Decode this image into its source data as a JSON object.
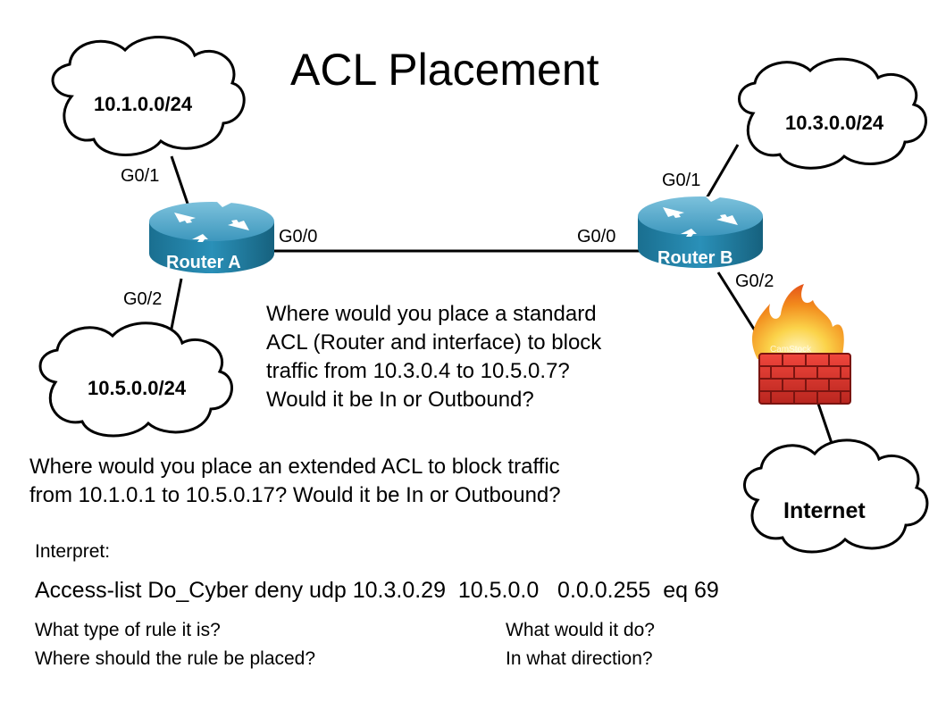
{
  "title": "ACL Placement",
  "clouds": {
    "top_left": "10.1.0.0/24",
    "top_right": "10.3.0.0/24",
    "bottom_left": "10.5.0.0/24",
    "internet": "Internet"
  },
  "routers": {
    "a": {
      "name": "Router A",
      "g0_1": "G0/1",
      "g0_0": "G0/0",
      "g0_2": "G0/2"
    },
    "b": {
      "name": "Router B",
      "g0_1": "G0/1",
      "g0_0": "G0/0",
      "g0_2": "G0/2"
    }
  },
  "firewall": {
    "watermark": "CamStock"
  },
  "questions": {
    "standard": [
      "Where would you place a standard",
      "ACL (Router and interface) to block",
      "traffic from 10.3.0.4 to 10.5.0.7?",
      "Would it be In or Outbound?"
    ],
    "extended": [
      "Where would you place an extended ACL to block traffic",
      "from 10.1.0.1 to 10.5.0.17?  Would it be In or Outbound?"
    ]
  },
  "interpret": {
    "label": "Interpret:",
    "rule": "Access-list Do_Cyber deny udp 10.3.0.29  10.5.0.0   0.0.0.255  eq 69",
    "left": [
      "What type of rule it is?",
      "Where should the rule be placed?"
    ],
    "right": [
      "What would it do?",
      "In what direction?"
    ]
  },
  "colors": {
    "router_body": "#1f80a4",
    "router_top": "#5aa9c8",
    "firewall_brick": "#d8332b",
    "flame": "#f5a623"
  }
}
